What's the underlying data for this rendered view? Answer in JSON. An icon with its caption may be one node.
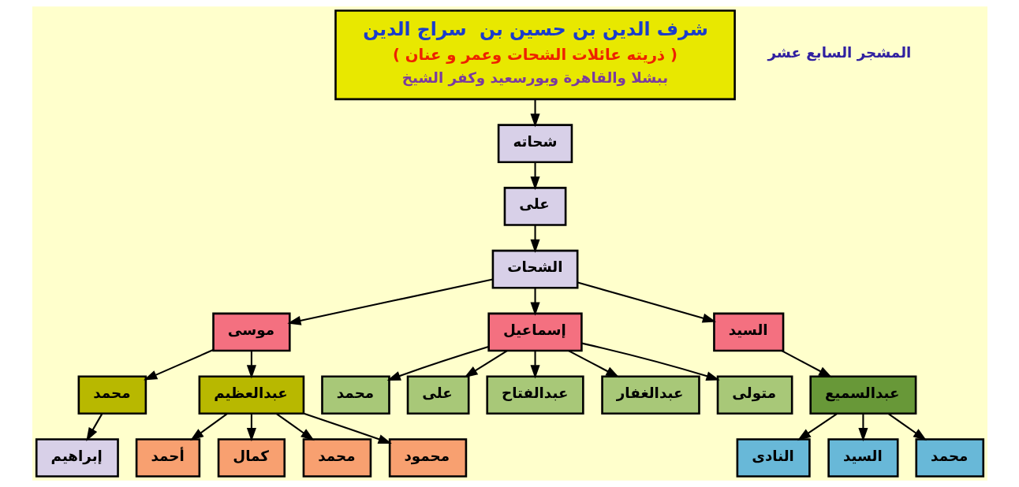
{
  "diagram": {
    "nodes": [
      {
        "text": [
          "شرف الدين بن حسين بن  سراج الدين",
          "( ذريته عائلات الشحات وعمر و عنان )",
          "ببشلا والقاهرة وبورسعيد وكفر الشيخ"
        ]
      },
      {
        "text": [
          "شحاته"
        ]
      },
      {
        "text": [
          "على"
        ]
      },
      {
        "text": [
          "الشحات"
        ]
      },
      {
        "text": [
          "موسى"
        ]
      },
      {
        "text": [
          "إسماعيل"
        ]
      },
      {
        "text": [
          "السيد"
        ]
      },
      {
        "text": [
          "محمد"
        ]
      },
      {
        "text": [
          "عبدالعظيم"
        ]
      },
      {
        "text": [
          "إبراهيم"
        ]
      },
      {
        "text": [
          "أحمد"
        ]
      },
      {
        "text": [
          "كمال"
        ]
      },
      {
        "text": [
          "محمد"
        ]
      },
      {
        "text": [
          "محمود"
        ]
      },
      {
        "text": [
          "محمد"
        ]
      },
      {
        "text": [
          "على"
        ]
      },
      {
        "text": [
          "عبدالفتاح"
        ]
      },
      {
        "text": [
          "عبدالغفار"
        ]
      },
      {
        "text": [
          "متولى"
        ]
      },
      {
        "text": [
          "عبدالسميع"
        ]
      },
      {
        "text": [
          "النادى"
        ]
      },
      {
        "text": [
          "السيد"
        ]
      },
      {
        "text": [
          "محمد"
        ]
      }
    ],
    "edges": [
      {
        "from": 0,
        "to": 1,
        "arrow": "to"
      },
      {
        "from": 1,
        "to": 2,
        "arrow": "to"
      },
      {
        "from": 2,
        "to": 3,
        "arrow": "to"
      },
      {
        "from": 3,
        "to": 4,
        "arrow": "to"
      },
      {
        "from": 3,
        "to": 5,
        "arrow": "to"
      },
      {
        "from": 3,
        "to": 6,
        "arrow": "to"
      },
      {
        "from": 4,
        "to": 7,
        "arrow": "to"
      },
      {
        "from": 4,
        "to": 8,
        "arrow": "to"
      },
      {
        "from": 7,
        "to": 9,
        "arrow": "to"
      },
      {
        "from": 8,
        "to": 10,
        "arrow": "to"
      },
      {
        "from": 8,
        "to": 11,
        "arrow": "to"
      },
      {
        "from": 8,
        "to": 12,
        "arrow": "to"
      },
      {
        "from": 8,
        "to": 13,
        "arrow": "to"
      },
      {
        "from": 5,
        "to": 14,
        "arrow": "to"
      },
      {
        "from": 5,
        "to": 15,
        "arrow": "to"
      },
      {
        "from": 5,
        "to": 16,
        "arrow": "to"
      },
      {
        "from": 5,
        "to": 17,
        "arrow": "to"
      },
      {
        "from": 5,
        "to": 18,
        "arrow": "to"
      },
      {
        "from": 6,
        "to": 19,
        "arrow": "to"
      },
      {
        "from": 19,
        "to": 20,
        "arrow": "to"
      },
      {
        "from": 19,
        "to": 21,
        "arrow": "to"
      },
      {
        "from": 19,
        "to": 22,
        "arrow": "to"
      }
    ],
    "labels": [
      "المشجر السابع عشر"
    ]
  }
}
